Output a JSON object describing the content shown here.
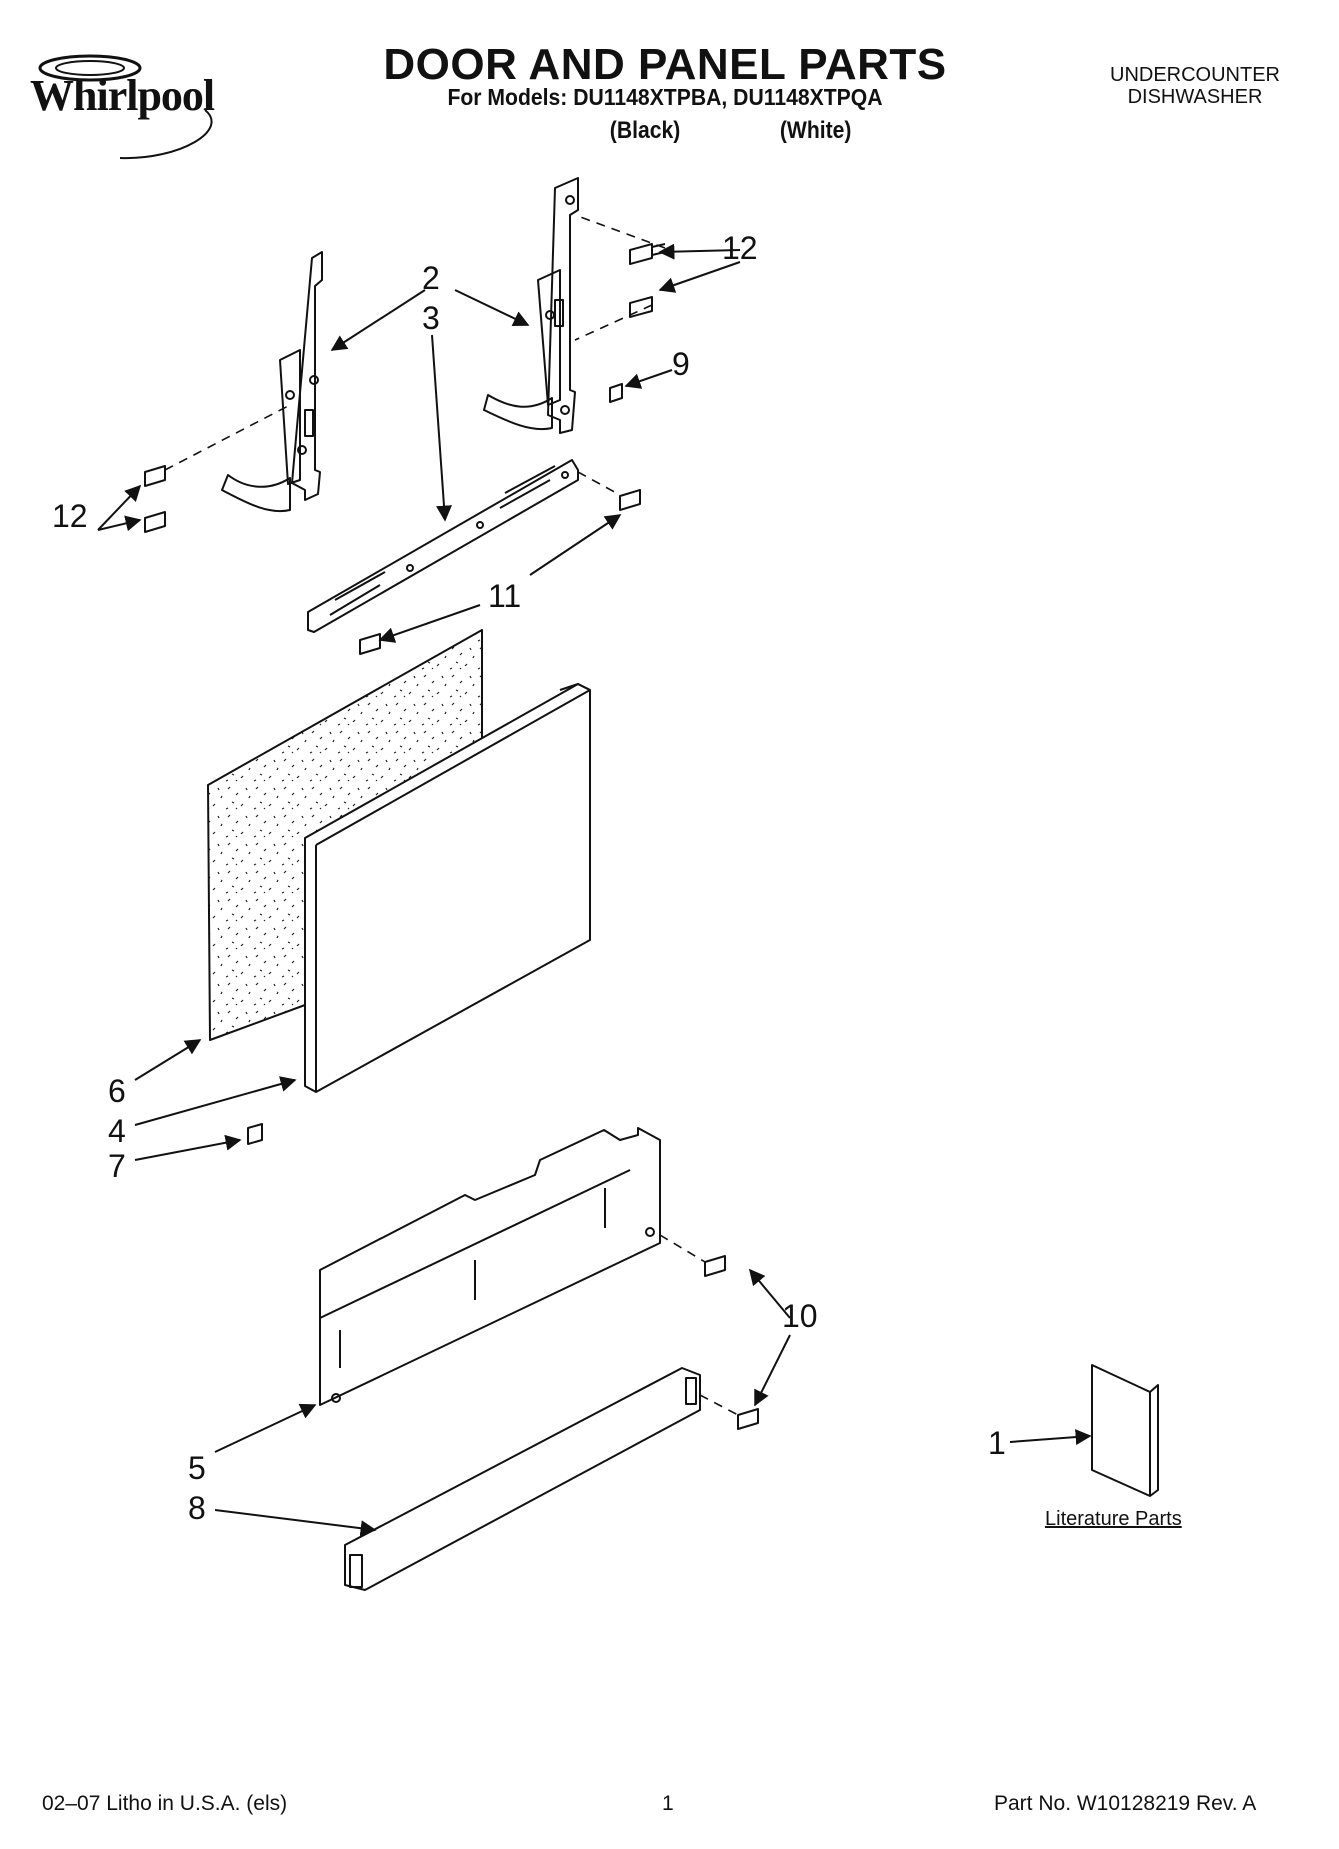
{
  "brand": {
    "logo_text": "Whirlpool"
  },
  "header": {
    "title": "DOOR AND PANEL PARTS",
    "models_line": "For Models: DU1148XTPBA, DU1148XTPQA",
    "variants": [
      "(Black)",
      "(White)"
    ],
    "product_type": [
      "UNDERCOUNTER",
      "DISHWASHER"
    ]
  },
  "callouts": [
    "1",
    "2",
    "3",
    "4",
    "5",
    "6",
    "7",
    "8",
    "9",
    "10",
    "11",
    "12",
    "12"
  ],
  "literature_label": "Literature Parts",
  "footer": {
    "left": "02–07 Litho in U.S.A. (els)",
    "center": "1",
    "right": "Part No. W10128219 Rev. A"
  },
  "colors": {
    "ink": "#111111",
    "paper": "#ffffff",
    "panel_fill": "#ffffff"
  }
}
